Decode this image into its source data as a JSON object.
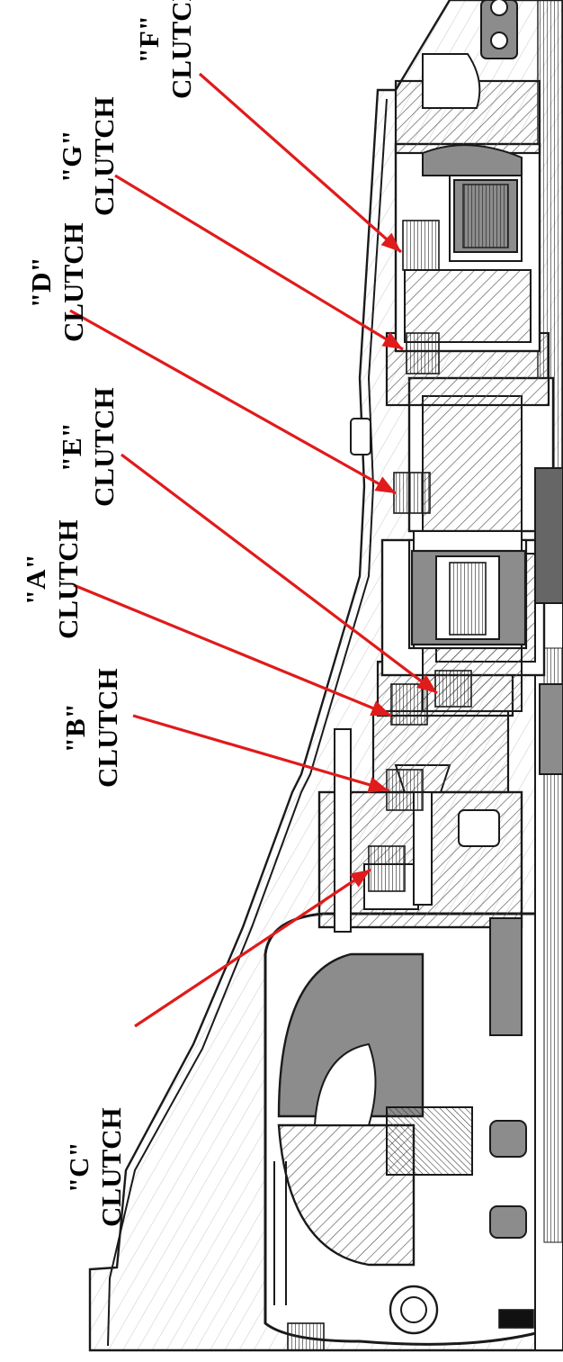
{
  "labels": {
    "f": {
      "line1": "\"F\"",
      "line2": "CLUTCH"
    },
    "g": {
      "line1": "\"G\"",
      "line2": "CLUTCH"
    },
    "d": {
      "line1": "\"D\"",
      "line2": "CLUTCH"
    },
    "e": {
      "line1": "\"E\"",
      "line2": "CLUTCH"
    },
    "a": {
      "line1": "\"A\"",
      "line2": "CLUTCH"
    },
    "b": {
      "line1": "\"B\"",
      "line2": "CLUTCH"
    },
    "c": {
      "line1": "\"C\"",
      "line2": "CLUTCH"
    }
  },
  "colors": {
    "arrow": "#e01b1b",
    "outline": "#1a1a1a",
    "shade": "#8c8c8c",
    "hatch": "#555555",
    "background": "#ffffff"
  }
}
